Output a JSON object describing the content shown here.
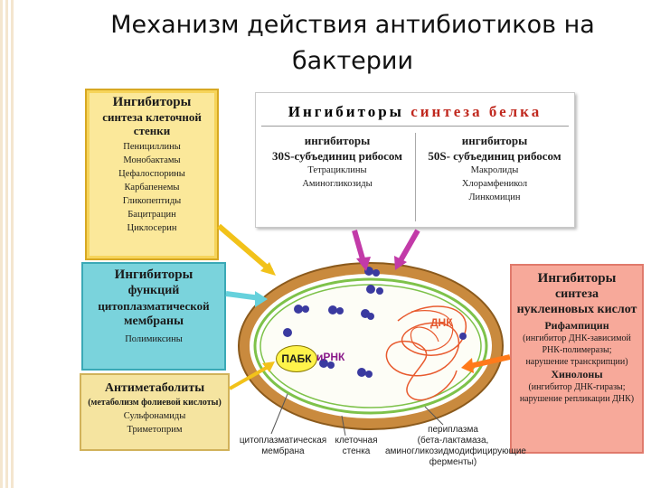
{
  "title_line1": "Механизм действия антибиотиков на",
  "title_line2": "бактерии",
  "cell_wall_box": {
    "heading": "Ингибиторы",
    "subheading_1": "синтеза клеточной",
    "subheading_2": "стенки",
    "items": [
      "Пенициллины",
      "Монобактамы",
      "Цефалоспорины",
      "Карбапенемы",
      "Гликопептиды",
      "Бацитрацин",
      "Циклосерин"
    ]
  },
  "protein_box": {
    "heading_1": "Ингибиторы",
    "heading_2": "синтеза белка",
    "left": {
      "heading": "ингибиторы",
      "subheading": "30S-субъединиц рибосом",
      "items": [
        "Тетрациклины",
        "Аминогликозиды"
      ]
    },
    "right": {
      "heading": "ингибиторы",
      "subheading": "50S- субъединиц рибосом",
      "items": [
        "Макролиды",
        "Хлорамфеникол",
        "Линкомицин"
      ]
    }
  },
  "membrane_box": {
    "line1": "Ингибиторы",
    "line2": "функций",
    "line3": "цитоплазматической",
    "line4": "мембраны",
    "item": "Полимиксины"
  },
  "antimetabolite_box": {
    "heading": "Антиметаболиты",
    "subheading": "(метаболизм фолиевой кислоты)",
    "items": [
      "Сульфонамиды",
      "Триметоприм"
    ]
  },
  "nucleic_box": {
    "line1": "Ингибиторы",
    "line2": "синтеза",
    "line3": "нуклеиновых кислот",
    "drug1": "Рифампицин",
    "drug1_desc": [
      "(ингибитор ДНК-зависимой",
      "РНК-полимеразы;",
      "нарушение транскрипции)"
    ],
    "drug2": "Хинолоны",
    "drug2_desc": [
      "(ингибитор ДНК-гиразы;",
      "нарушение репликации ДНК)"
    ]
  },
  "cell_labels": {
    "pabk": "ПАБК",
    "rna": "иРНК",
    "dna": "ДНК",
    "membrane_1": "цитоплазматическая",
    "membrane_2": "мембрана",
    "wall_1": "клеточная",
    "wall_2": "стенка",
    "periplasm_1": "периплазма",
    "periplasm_2": "(бета-лактамаза,",
    "periplasm_3": "аминогликозидмодифицирующие",
    "periplasm_4": "ферменты)"
  },
  "colors": {
    "wall": "#b8702a",
    "membrane": "#7ec24a",
    "ribosome": "#3a3aa0",
    "arrow_yellow": "#f2c21a",
    "arrow_cyan": "#66d1dc",
    "arrow_magenta": "#c23aa8",
    "arrow_orange": "#ff7a1a"
  }
}
